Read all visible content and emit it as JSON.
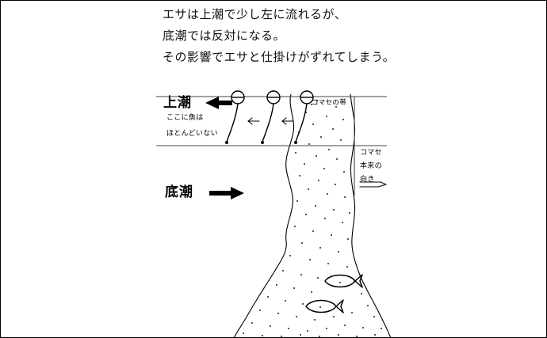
{
  "figure": {
    "caption_lines": [
      "エサは上潮で少し左に流れるが、",
      "底潮では反対になる。",
      "その影響でエサと仕掛けがずれてしまう。"
    ],
    "labels": {
      "upper_tide": "上潮",
      "lower_tide": "底潮",
      "no_fish_line1": "ここに魚は",
      "no_fish_line2": "ほとんどいない",
      "chum_band": "コマセの帯",
      "chum_dir_line1": "コマセ",
      "chum_dir_line2": "本来の",
      "chum_dir_line3": "向き"
    },
    "icons": {
      "upper_tide_arrow": "bold-left-arrow-icon",
      "lower_tide_arrow": "bold-right-arrow-icon",
      "chum_dir_arrow": "hollow-right-arrow-icon",
      "drift_arrow": "thin-left-arrow-icon",
      "float": "fishing-float-icon",
      "fish": "fish-icon"
    },
    "colors": {
      "ink": "#000000",
      "background": "#ffffff",
      "border": "#000000",
      "text": "#111111"
    },
    "counts": {
      "floats": 3,
      "drift_arrows": 2,
      "fish": 2
    }
  }
}
